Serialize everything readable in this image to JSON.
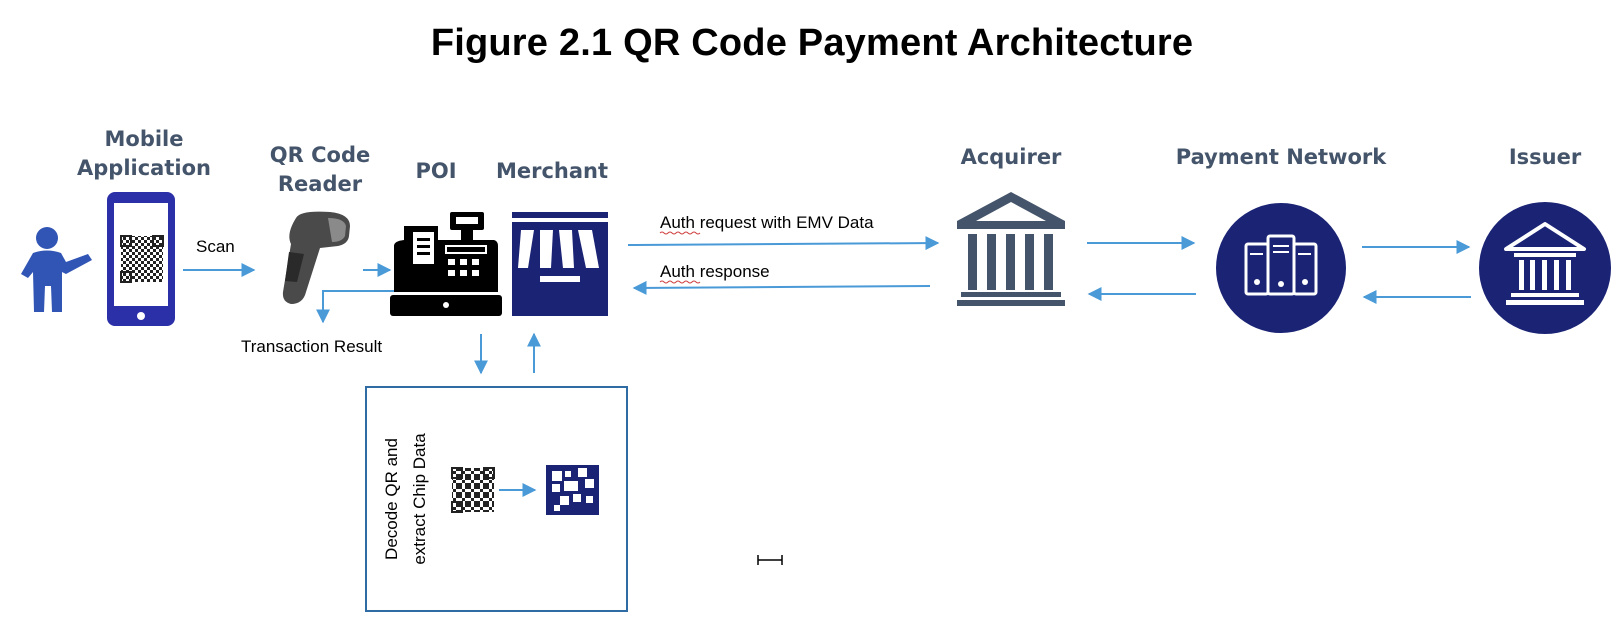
{
  "title": "Figure 2.1 QR Code Payment Architecture",
  "nodes": {
    "mobile_app": [
      "Mobile",
      "Application"
    ],
    "qr_reader": [
      "QR Code",
      "Reader"
    ],
    "poi": "POI",
    "merchant": "Merchant",
    "acquirer": "Acquirer",
    "payment_network": "Payment Network",
    "issuer": "Issuer"
  },
  "edges": {
    "scan": "Scan",
    "auth_request": "Auth request with EMV Data",
    "auth_response": "Auth response",
    "transaction_result": "Transaction Result"
  },
  "decode_box": {
    "lines": [
      "Decode QR and",
      "extract Chip Data"
    ]
  },
  "colors": {
    "label": "#44546a",
    "arrow": "#4a9ad8",
    "navy": "#1a2374",
    "phone": "#2b2fa8",
    "person": "#3055b5",
    "bank": "#44546a",
    "box_border": "#2e6ca3"
  }
}
